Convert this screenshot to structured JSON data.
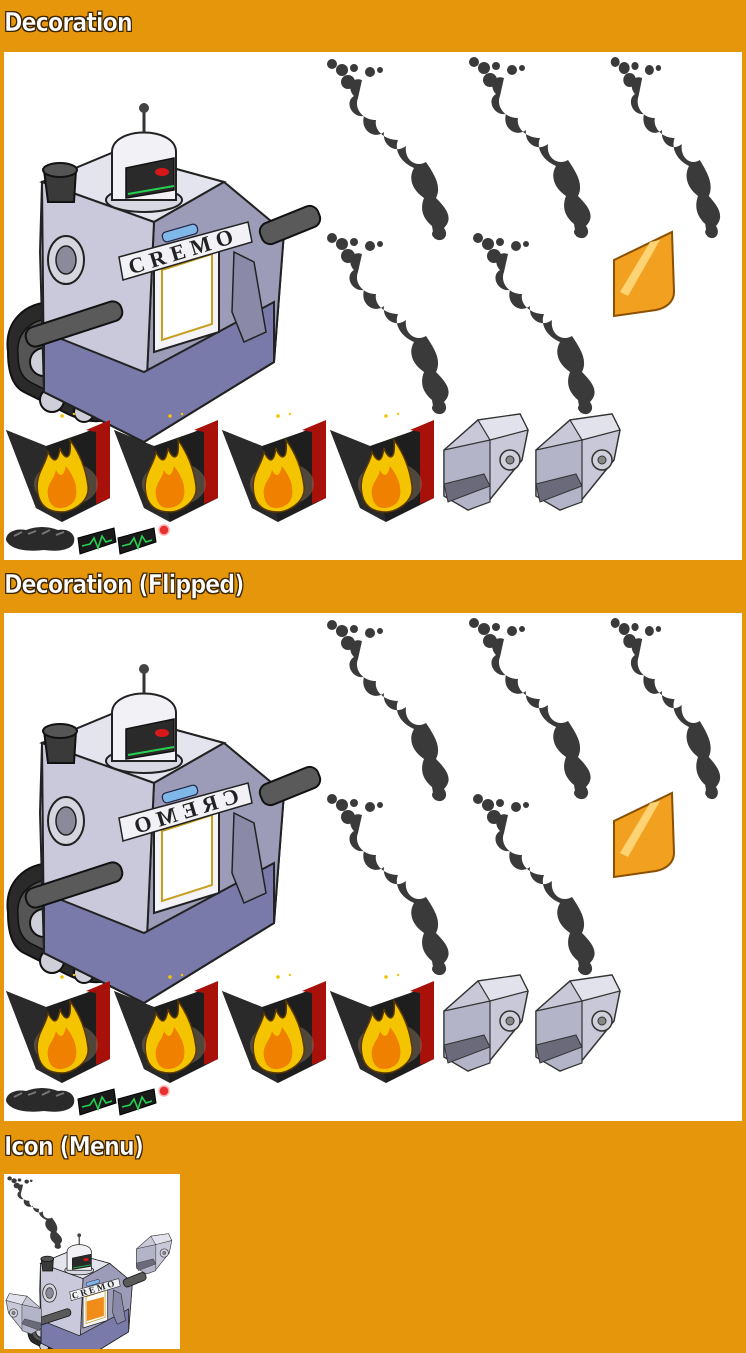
{
  "sections": [
    {
      "title": "Decoration",
      "machine_label": "CREMO"
    },
    {
      "title": "Decoration (Flipped)",
      "machine_label": "CREMO"
    },
    {
      "title": "Icon (Menu)",
      "machine_label": "CREMO"
    }
  ],
  "colors": {
    "background": "#E5960A",
    "panel": "#FFFFFF",
    "smoke": "#3A3A3A",
    "flame_outer": "#F5C400",
    "flame_inner": "#F08000",
    "panel_red": "#A8100A",
    "glass": "#F2A020",
    "metal": "#C8C8D8",
    "metal_dark": "#7A7A9A"
  },
  "icons": {
    "machine": "cremo-machine-icon",
    "smoke": "smoke-puff-icon",
    "fire": "fire-frame-icon",
    "glass": "glass-pane-icon",
    "claw": "claw-arm-icon",
    "scrap": "charcoal-scrap-icon",
    "monitor": "monitor-heartbeat-icon",
    "led": "red-led-icon"
  }
}
